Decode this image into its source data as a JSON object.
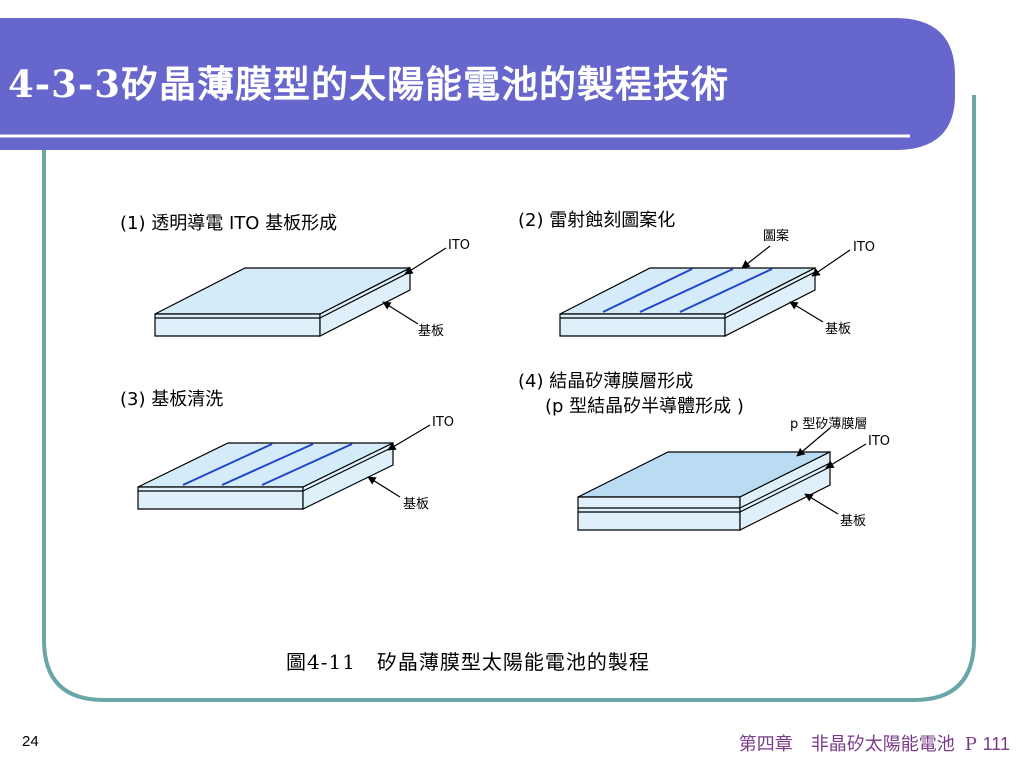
{
  "slide": {
    "title": "4-3-3矽晶薄膜型的太陽能電池的製程技術",
    "number": "24",
    "footer_chapter": "第四章　非晶矽太陽能電池",
    "footer_page_prefix": "P ",
    "footer_page": "111"
  },
  "figure": {
    "step1": "(1) 透明導電 ITO 基板形成",
    "step2": "(2) 雷射蝕刻圖案化",
    "step3": "(3) 基板清洗",
    "step4_line1": "(4) 結晶矽薄膜層形成",
    "step4_line2": "(p 型結晶矽半導體形成 )",
    "label_ito": "ITO",
    "label_substrate": "基板",
    "label_pattern": "圖案",
    "label_p_layer": "p 型矽薄膜層",
    "caption": "圖4-11　矽晶薄膜型太陽能電池的製程"
  },
  "colors": {
    "title_bar": "#6666cc",
    "frame_border": "#6aa6a8",
    "layer_fill": "#dff0fb",
    "layer_top_fill": "#d4ecf9",
    "p_layer_fill": "#b9dcf3",
    "pattern_line": "#2244cc",
    "footer_text": "#7a3b8a"
  }
}
